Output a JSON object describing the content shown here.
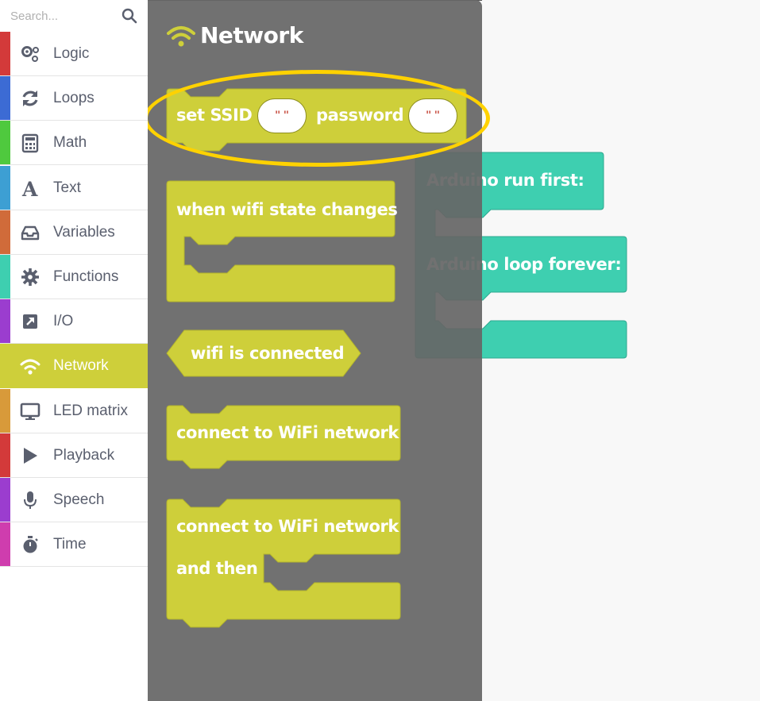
{
  "search": {
    "placeholder": "Search..."
  },
  "toolbox": {
    "categories": [
      {
        "label": "Logic",
        "color": "#d33a3a",
        "icon": "gears-icon"
      },
      {
        "label": "Loops",
        "color": "#3c6bd4",
        "icon": "refresh-icon"
      },
      {
        "label": "Math",
        "color": "#4fc93e",
        "icon": "calculator-icon"
      },
      {
        "label": "Text",
        "color": "#3d9fd3",
        "icon": "text-a-icon"
      },
      {
        "label": "Variables",
        "color": "#d06b3a",
        "icon": "inbox-icon"
      },
      {
        "label": "Functions",
        "color": "#3ecfb0",
        "icon": "gear-icon"
      },
      {
        "label": "I/O",
        "color": "#9b3dcf",
        "icon": "io-arrow-icon"
      },
      {
        "label": "Network",
        "color": "#cecf3a",
        "icon": "wifi-icon",
        "selected": true
      },
      {
        "label": "LED matrix",
        "color": "#d89a3a",
        "icon": "monitor-icon"
      },
      {
        "label": "Playback",
        "color": "#d33a3a",
        "icon": "play-icon"
      },
      {
        "label": "Speech",
        "color": "#9b3dcf",
        "icon": "microphone-icon"
      },
      {
        "label": "Time",
        "color": "#cf3dae",
        "icon": "stopwatch-icon"
      }
    ]
  },
  "flyout": {
    "title": "Network",
    "title_icon": "wifi-icon",
    "block_color": "#cecf3a",
    "blocks": {
      "set_ssid": {
        "label1": "set SSID",
        "value1": "\"  \"",
        "label2": "password",
        "value2": "\"  \""
      },
      "wifi_state": {
        "label": "when wifi state changes"
      },
      "wifi_connected": {
        "label": "wifi is connected"
      },
      "connect": {
        "label": "connect to WiFi network"
      },
      "connect_then": {
        "label1": "connect to WiFi network",
        "label2": "and then"
      }
    }
  },
  "workspace": {
    "block_color": "#3ecfb0",
    "run_first": "Arduino run first:",
    "loop_forever": "Arduino loop forever:"
  }
}
